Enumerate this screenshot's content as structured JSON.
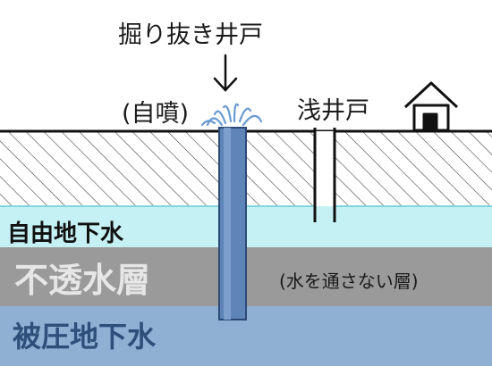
{
  "labels": {
    "artesian_well": "掘り抜き井戸",
    "flowing": "(自噴)",
    "shallow_well": "浅井戸",
    "free_groundwater": "自由地下水",
    "impermeable_layer": "不透水層",
    "impermeable_note": "(水を通さない層)",
    "confined_groundwater": "被圧地下水"
  },
  "colors": {
    "free_water": "#c6f1f4",
    "impermeable": "#9a9a9a",
    "confined_water": "#8fb0d3",
    "pipe_water": "#5f84b8",
    "label_light": "#e6e6e6",
    "label_dark": "#2d4f7a"
  },
  "icons": [
    "arrow-down-icon",
    "house-icon",
    "fountain-spray-icon"
  ]
}
